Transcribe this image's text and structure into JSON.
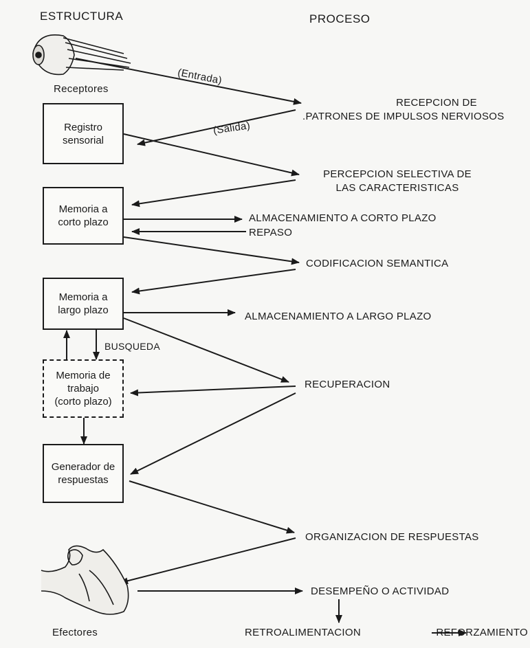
{
  "headers": {
    "structure": "ESTRUCTURA",
    "process": "PROCESO"
  },
  "structures": {
    "receptors": "Receptores",
    "sensory_register": "Registro\nsensorial",
    "short_term_memory": "Memoria a\ncorto plazo",
    "long_term_memory": "Memoria a\nlargo plazo",
    "working_memory": "Memoria de\ntrabajo\n(corto plazo)",
    "response_generator": "Generador de\nrespuestas",
    "effectors": "Efectores"
  },
  "flow_labels": {
    "input": "(Entrada)",
    "output": "(Salida)",
    "search": "BUSQUEDA"
  },
  "processes": {
    "reception_line1": "RECEPCION DE",
    "reception_line2": ".PATRONES DE IMPULSOS NERVIOSOS",
    "perception_line1": "PERCEPCION SELECTIVA DE",
    "perception_line2": "LAS CARACTERISTICAS",
    "short_storage": "ALMACENAMIENTO A CORTO PLAZO",
    "rehearsal": "REPASO",
    "semantic_coding": "CODIFICACION SEMANTICA",
    "long_storage": "ALMACENAMIENTO A LARGO PLAZO",
    "retrieval": "RECUPERACION",
    "response_org": "ORGANIZACION DE RESPUESTAS",
    "performance": "DESEMPEÑO O ACTIVIDAD",
    "feedback": "RETROALIMENTACION",
    "reinforcement": "REFORZAMIENTO"
  },
  "colors": {
    "ink": "#1a1a1a",
    "paper": "#f7f7f5"
  }
}
